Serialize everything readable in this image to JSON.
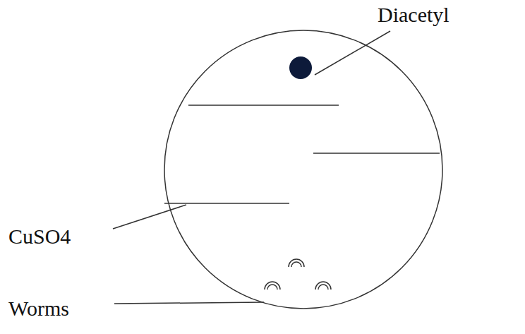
{
  "diagram": {
    "labels": [
      "Diacetyl",
      "CuSO4",
      "Worms"
    ]
  }
}
